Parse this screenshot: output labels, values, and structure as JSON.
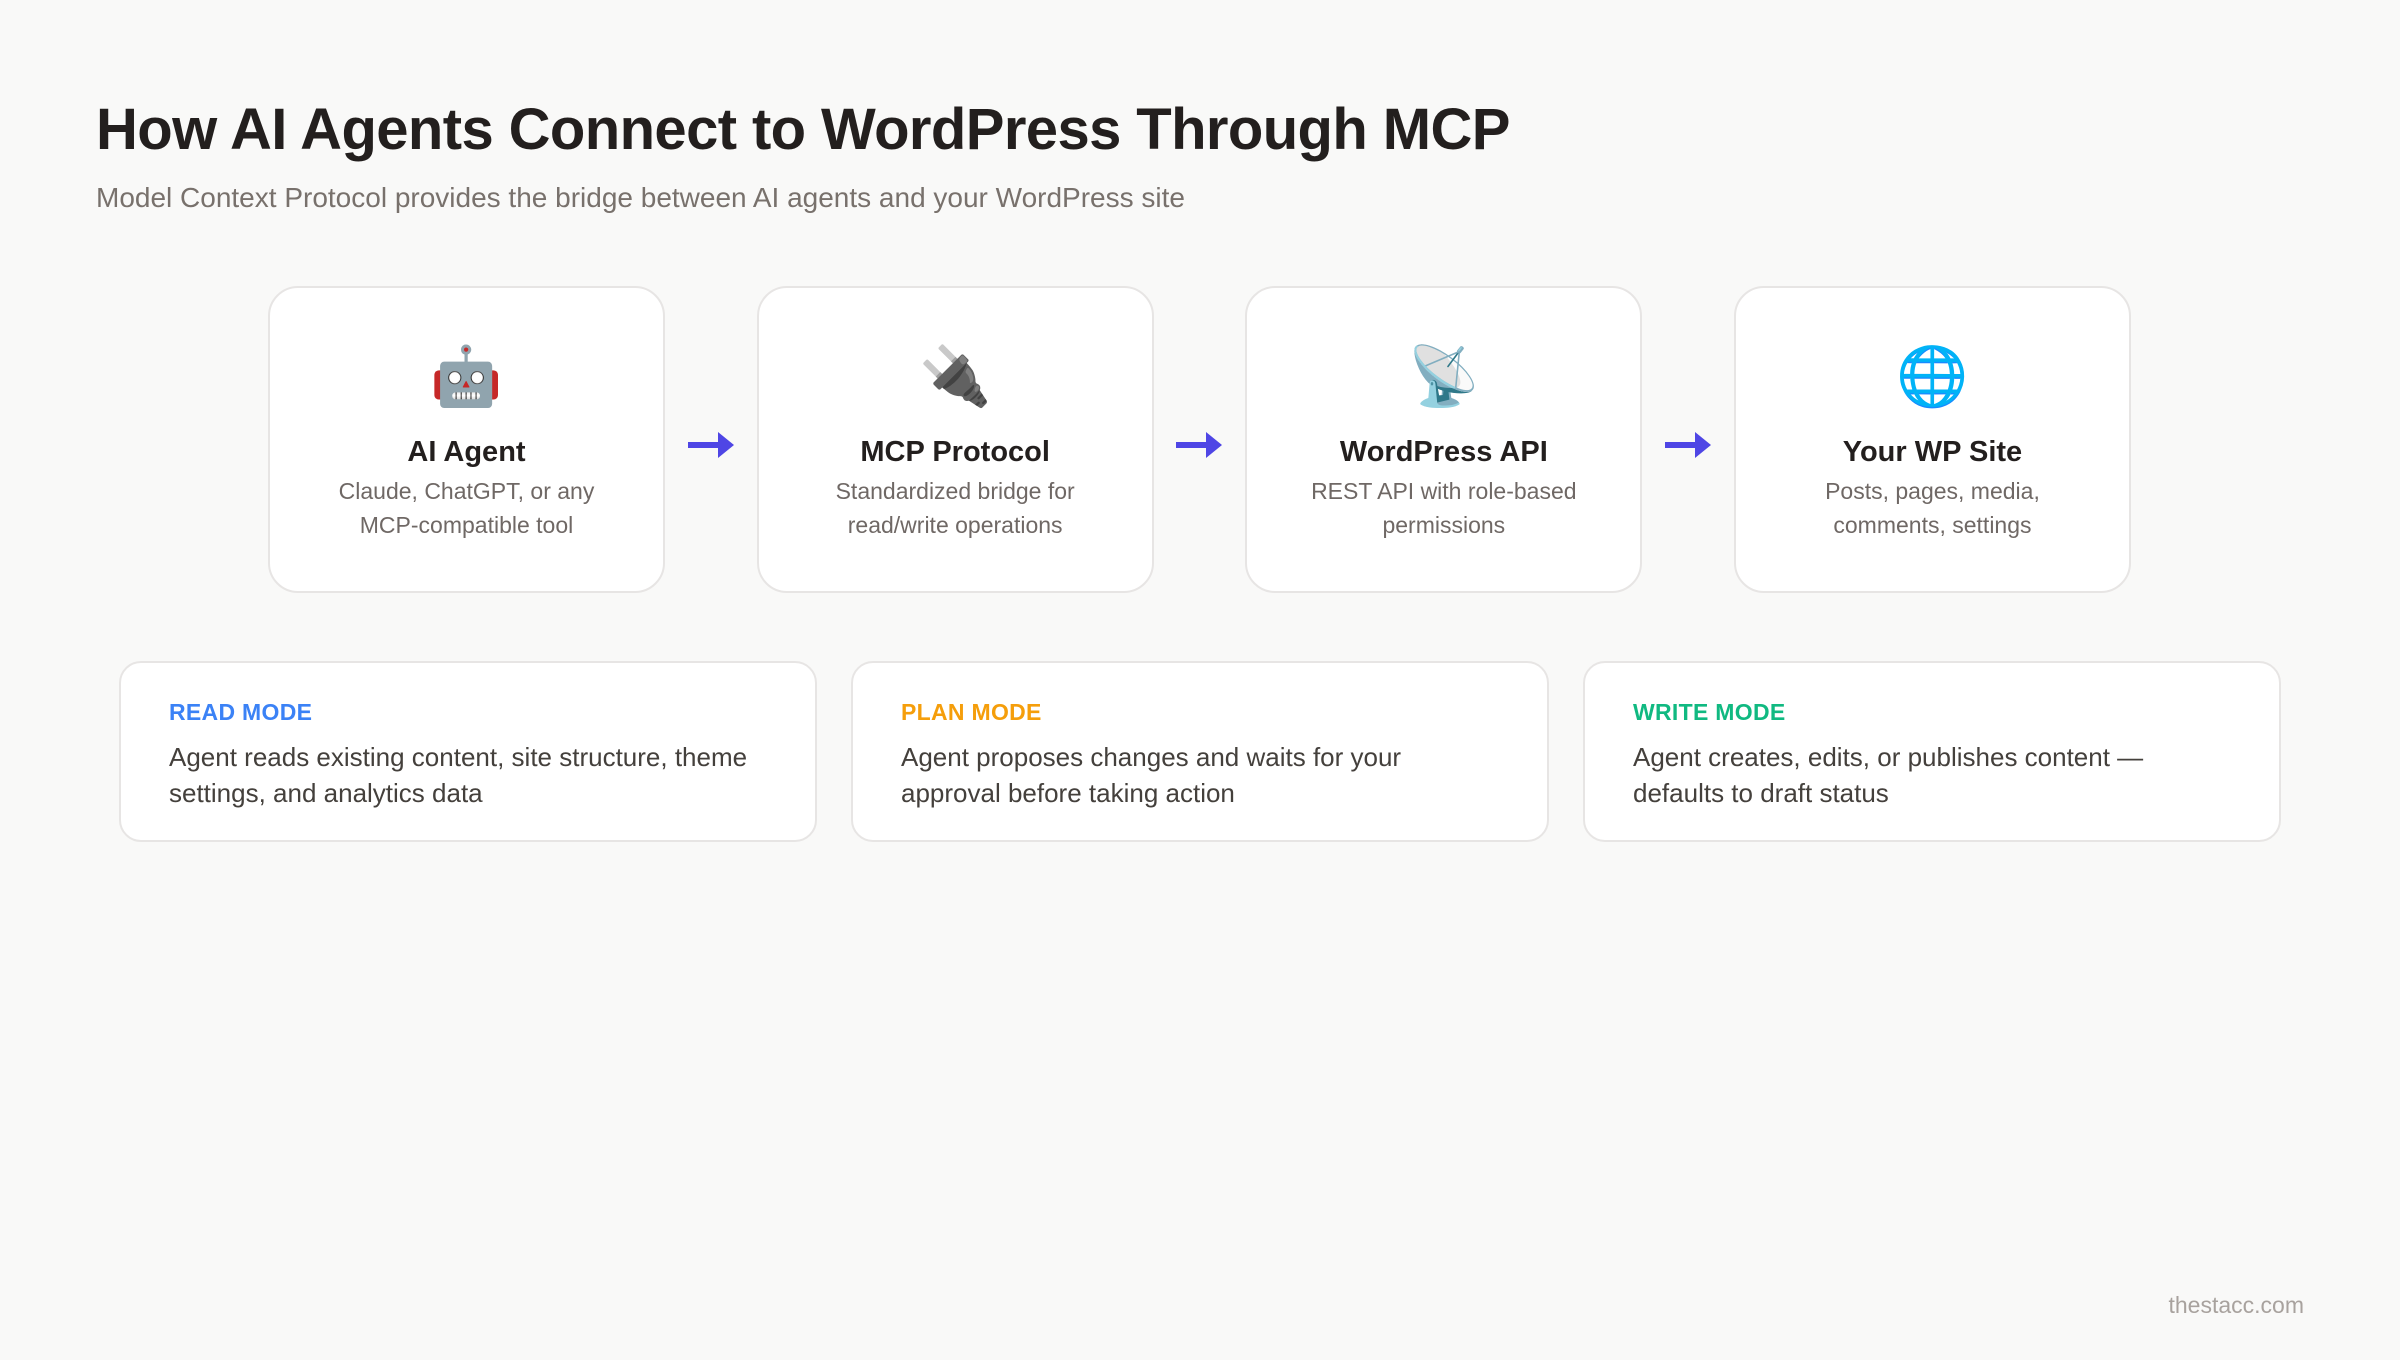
{
  "header": {
    "title": "How AI Agents Connect to WordPress Through MCP",
    "subtitle": "Model Context Protocol provides the bridge between AI agents and your WordPress site"
  },
  "flow": {
    "arrow_color": "#4f46e5",
    "steps": [
      {
        "icon": "🤖",
        "icon_name": "robot-icon",
        "title": "AI Agent",
        "description": "Claude, ChatGPT, or any MCP-compatible tool"
      },
      {
        "icon": "🔌",
        "icon_name": "electric-plug-icon",
        "title": "MCP Protocol",
        "description": "Standardized bridge for read/write operations"
      },
      {
        "icon": "📡",
        "icon_name": "satellite-dish-icon",
        "title": "WordPress API",
        "description": "REST API with role-based permissions"
      },
      {
        "icon": "🌐",
        "icon_name": "globe-icon",
        "title": "Your WP Site",
        "description": "Posts, pages, media, comments, settings"
      }
    ]
  },
  "modes": [
    {
      "label": "READ MODE",
      "color": "#3b82f6",
      "description": "Agent reads existing content, site structure, theme settings, and analytics data"
    },
    {
      "label": "PLAN MODE",
      "color": "#f59e0b",
      "description": "Agent proposes changes and waits for your approval before taking action"
    },
    {
      "label": "WRITE MODE",
      "color": "#10b981",
      "description": "Agent creates, edits, or publishes content — defaults to draft status"
    }
  ],
  "footer": {
    "source": "thestacc.com"
  }
}
